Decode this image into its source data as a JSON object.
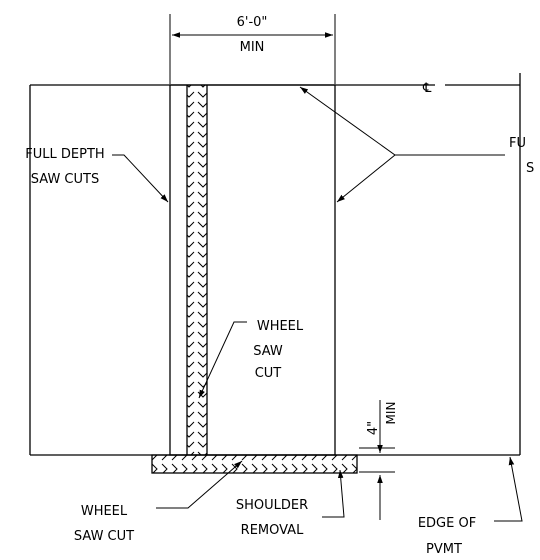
{
  "dimension": {
    "width_text": "6'-0\"",
    "width_qualifier": "MIN",
    "depth_text": "4\"",
    "depth_qualifier": "MIN"
  },
  "centerline_symbol": "℄",
  "labels": {
    "full_depth_saw_cuts": [
      "FULL DEPTH",
      "SAW CUTS"
    ],
    "cut_off_right": [
      "FU",
      "S"
    ],
    "wheel_saw_cut_upper": [
      "WHEEL",
      "SAW",
      "CUT"
    ],
    "wheel_saw_cut_lower": [
      "WHEEL",
      "SAW CUT"
    ],
    "shoulder_removal": [
      "SHOULDER",
      "REMOVAL"
    ],
    "edge_of_pvmt": [
      "EDGE OF",
      "PVMT"
    ]
  }
}
